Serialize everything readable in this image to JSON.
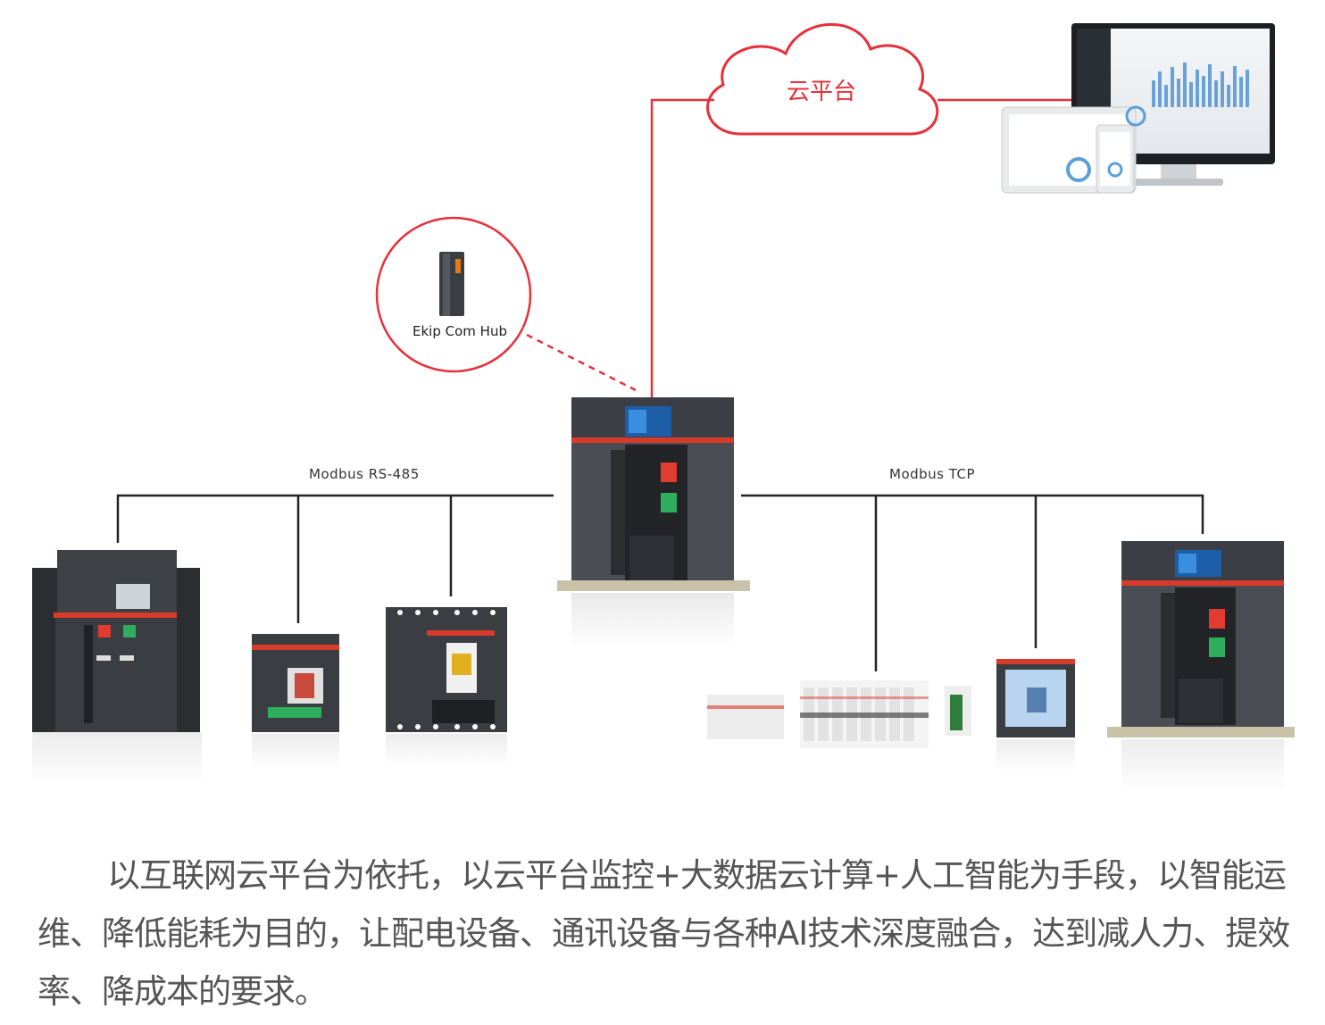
{
  "diagram": {
    "cloud_label": "云平台",
    "hub_label": "Ekip Com Hub",
    "left_bus_label": "Modbus RS-485",
    "right_bus_label": "Modbus TCP",
    "accent_color": "#e8303a",
    "line_color": "#222222"
  },
  "caption": {
    "text": "以互联网云平台为依托，以云平台监控+大数据云计算+人工智能为手段，以智能运维、降低能耗为目的，让配电设备、通讯设备与各种AI技术深度融合，达到减人力、提效率、降成本的要求。"
  }
}
